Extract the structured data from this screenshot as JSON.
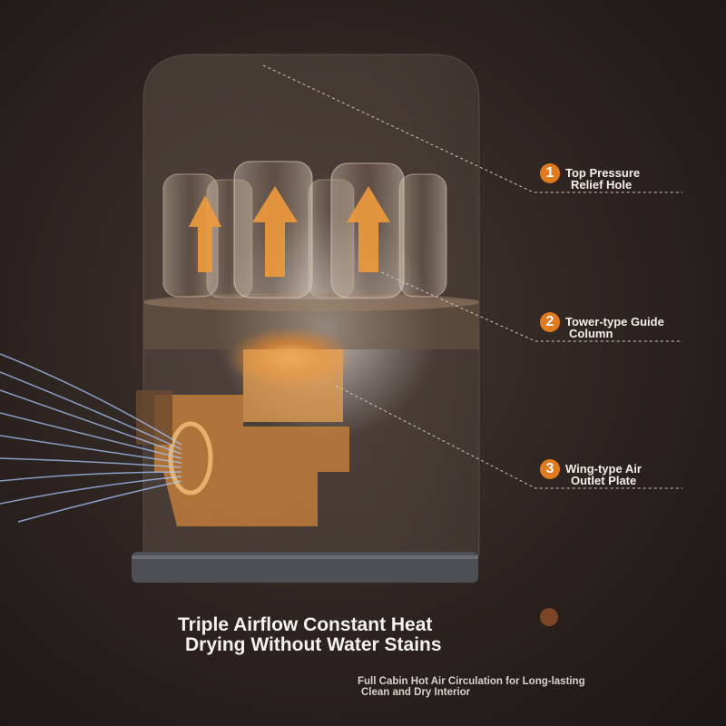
{
  "callouts": [
    {
      "number": "1",
      "label_line1": "Top Pressure",
      "label_line2": "Relief Hole"
    },
    {
      "number": "2",
      "label_line1": "Tower-type Guide",
      "label_line2": "Column"
    },
    {
      "number": "3",
      "label_line1": "Wing-type Air",
      "label_line2": "Outlet Plate"
    }
  ],
  "headline": {
    "line1": "Triple Airflow Constant Heat",
    "line2": "Drying Without Water Stains"
  },
  "subheadline": {
    "line1": "Full Cabin Hot Air Circulation for Long-lasting",
    "line2": "Clean and Dry Interior"
  },
  "colors": {
    "accent": "#e07a1f",
    "background": "#2a211e"
  }
}
